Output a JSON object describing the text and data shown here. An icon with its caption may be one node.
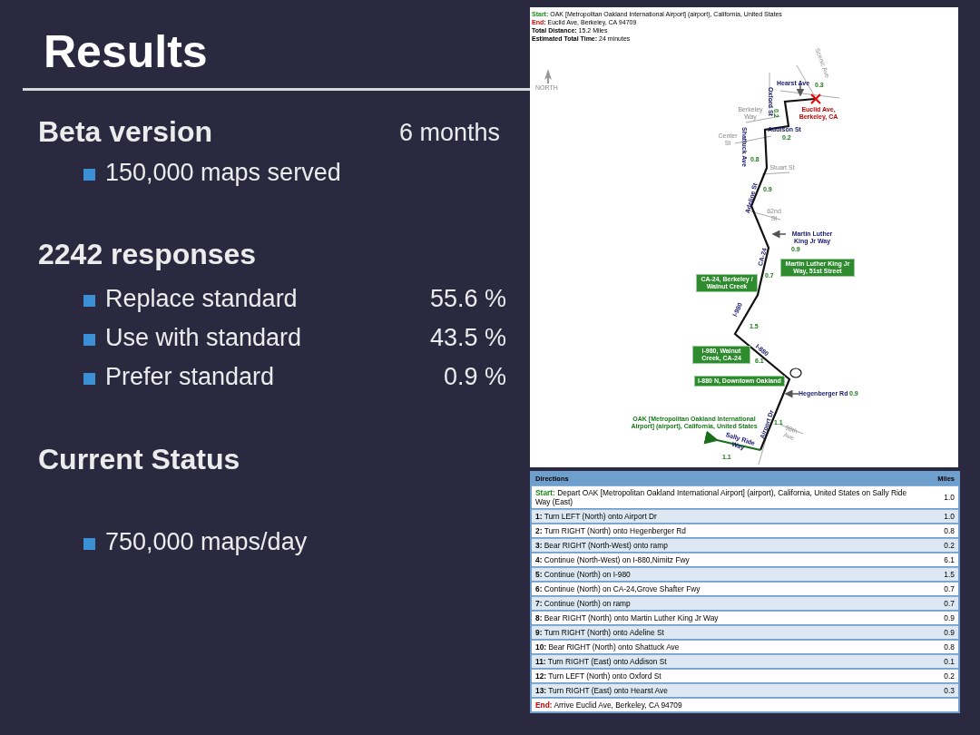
{
  "diagram": {
    "title": "Results",
    "labels": [
      "Beta version",
      "6 months",
      "150,000 maps served",
      "2242 responses",
      "Replace standard",
      "55.6 %",
      "Use with standard",
      "43.5 %",
      "Prefer standard",
      "0.9 %",
      "Current Status",
      "750,000 maps/day",
      "**Start:** OAK [Metropolitan Oakland International Airport] (airport), California, United States",
      "**End:** Euclid Ave, Berkeley, CA 94709",
      "**Total Distance:** 15.2 Miles",
      "**Estimated Total Time:** 24 minutes",
      "NORTH",
      "Scenic Ave",
      "Hearst Ave",
      "0.3",
      "Oxford St",
      "0.2",
      "Berkeley Way",
      "Euclid Ave, Berkeley, CA",
      "Addison St",
      "0.2",
      "Center St",
      "Shattuck Ave",
      "0.8",
      "Stuart St",
      "Adeline St",
      "0.9",
      "62nd St",
      "Martin Luther King Jr Way",
      "0.9",
      "CA-24",
      "0.7",
      "Martin Luther King Jr Way, 51st Street",
      "CA-24, Berkeley / Walnut Creek",
      "I-980",
      "1.5",
      "I-980, Walnut Creek, CA-24",
      "I-880",
      "6.1",
      "I-880 N, Downtown Oakland",
      "Hegenberger Rd",
      "0.9",
      "OAK [Metropolitan Oakland International Airport] (airport), California, United States",
      "98th Ave",
      "Airport Dr",
      "1.1",
      "Sally Ride Way",
      "1.1",
      "Directions",
      "Miles",
      "**Start:** Depart OAK [Metropolitan Oakland International Airport] (airport), California, United States on Sally Ride Way (East)",
      "1.0",
      "**1:** Turn LEFT (North) onto Airport Dr",
      "1.0",
      "**2:** Turn RIGHT (North) onto Hegenberger Rd",
      "0.8",
      "**3:** Bear RIGHT (North-West) onto ramp",
      "0.2",
      "**4:** Continue (North-West) on I-880,Nimitz Fwy",
      "6.1",
      "**5:** Continue (North) on I-980",
      "1.5",
      "**6:** Continue (North) on CA-24,Grove Shafter Fwy",
      "0.7",
      "**7:** Continue (North) on ramp",
      "0.7",
      "**8:** Bear RIGHT (North) onto Martin Luther King Jr Way",
      "0.9",
      "**9:** Turn RIGHT (North) onto Adeline St",
      "0.9",
      "**10:** Bear RIGHT (North) onto Shattuck Ave",
      "0.8",
      "**11:** Turn RIGHT (East) onto Addison St",
      "0.1",
      "**12:** Turn LEFT (North) onto Oxford St",
      "0.2",
      "**13:** Turn RIGHT (East) onto Hearst Ave",
      "0.3",
      "**End:** Arrive Euclid Ave, Berkeley, CA 94709"
    ]
  }
}
